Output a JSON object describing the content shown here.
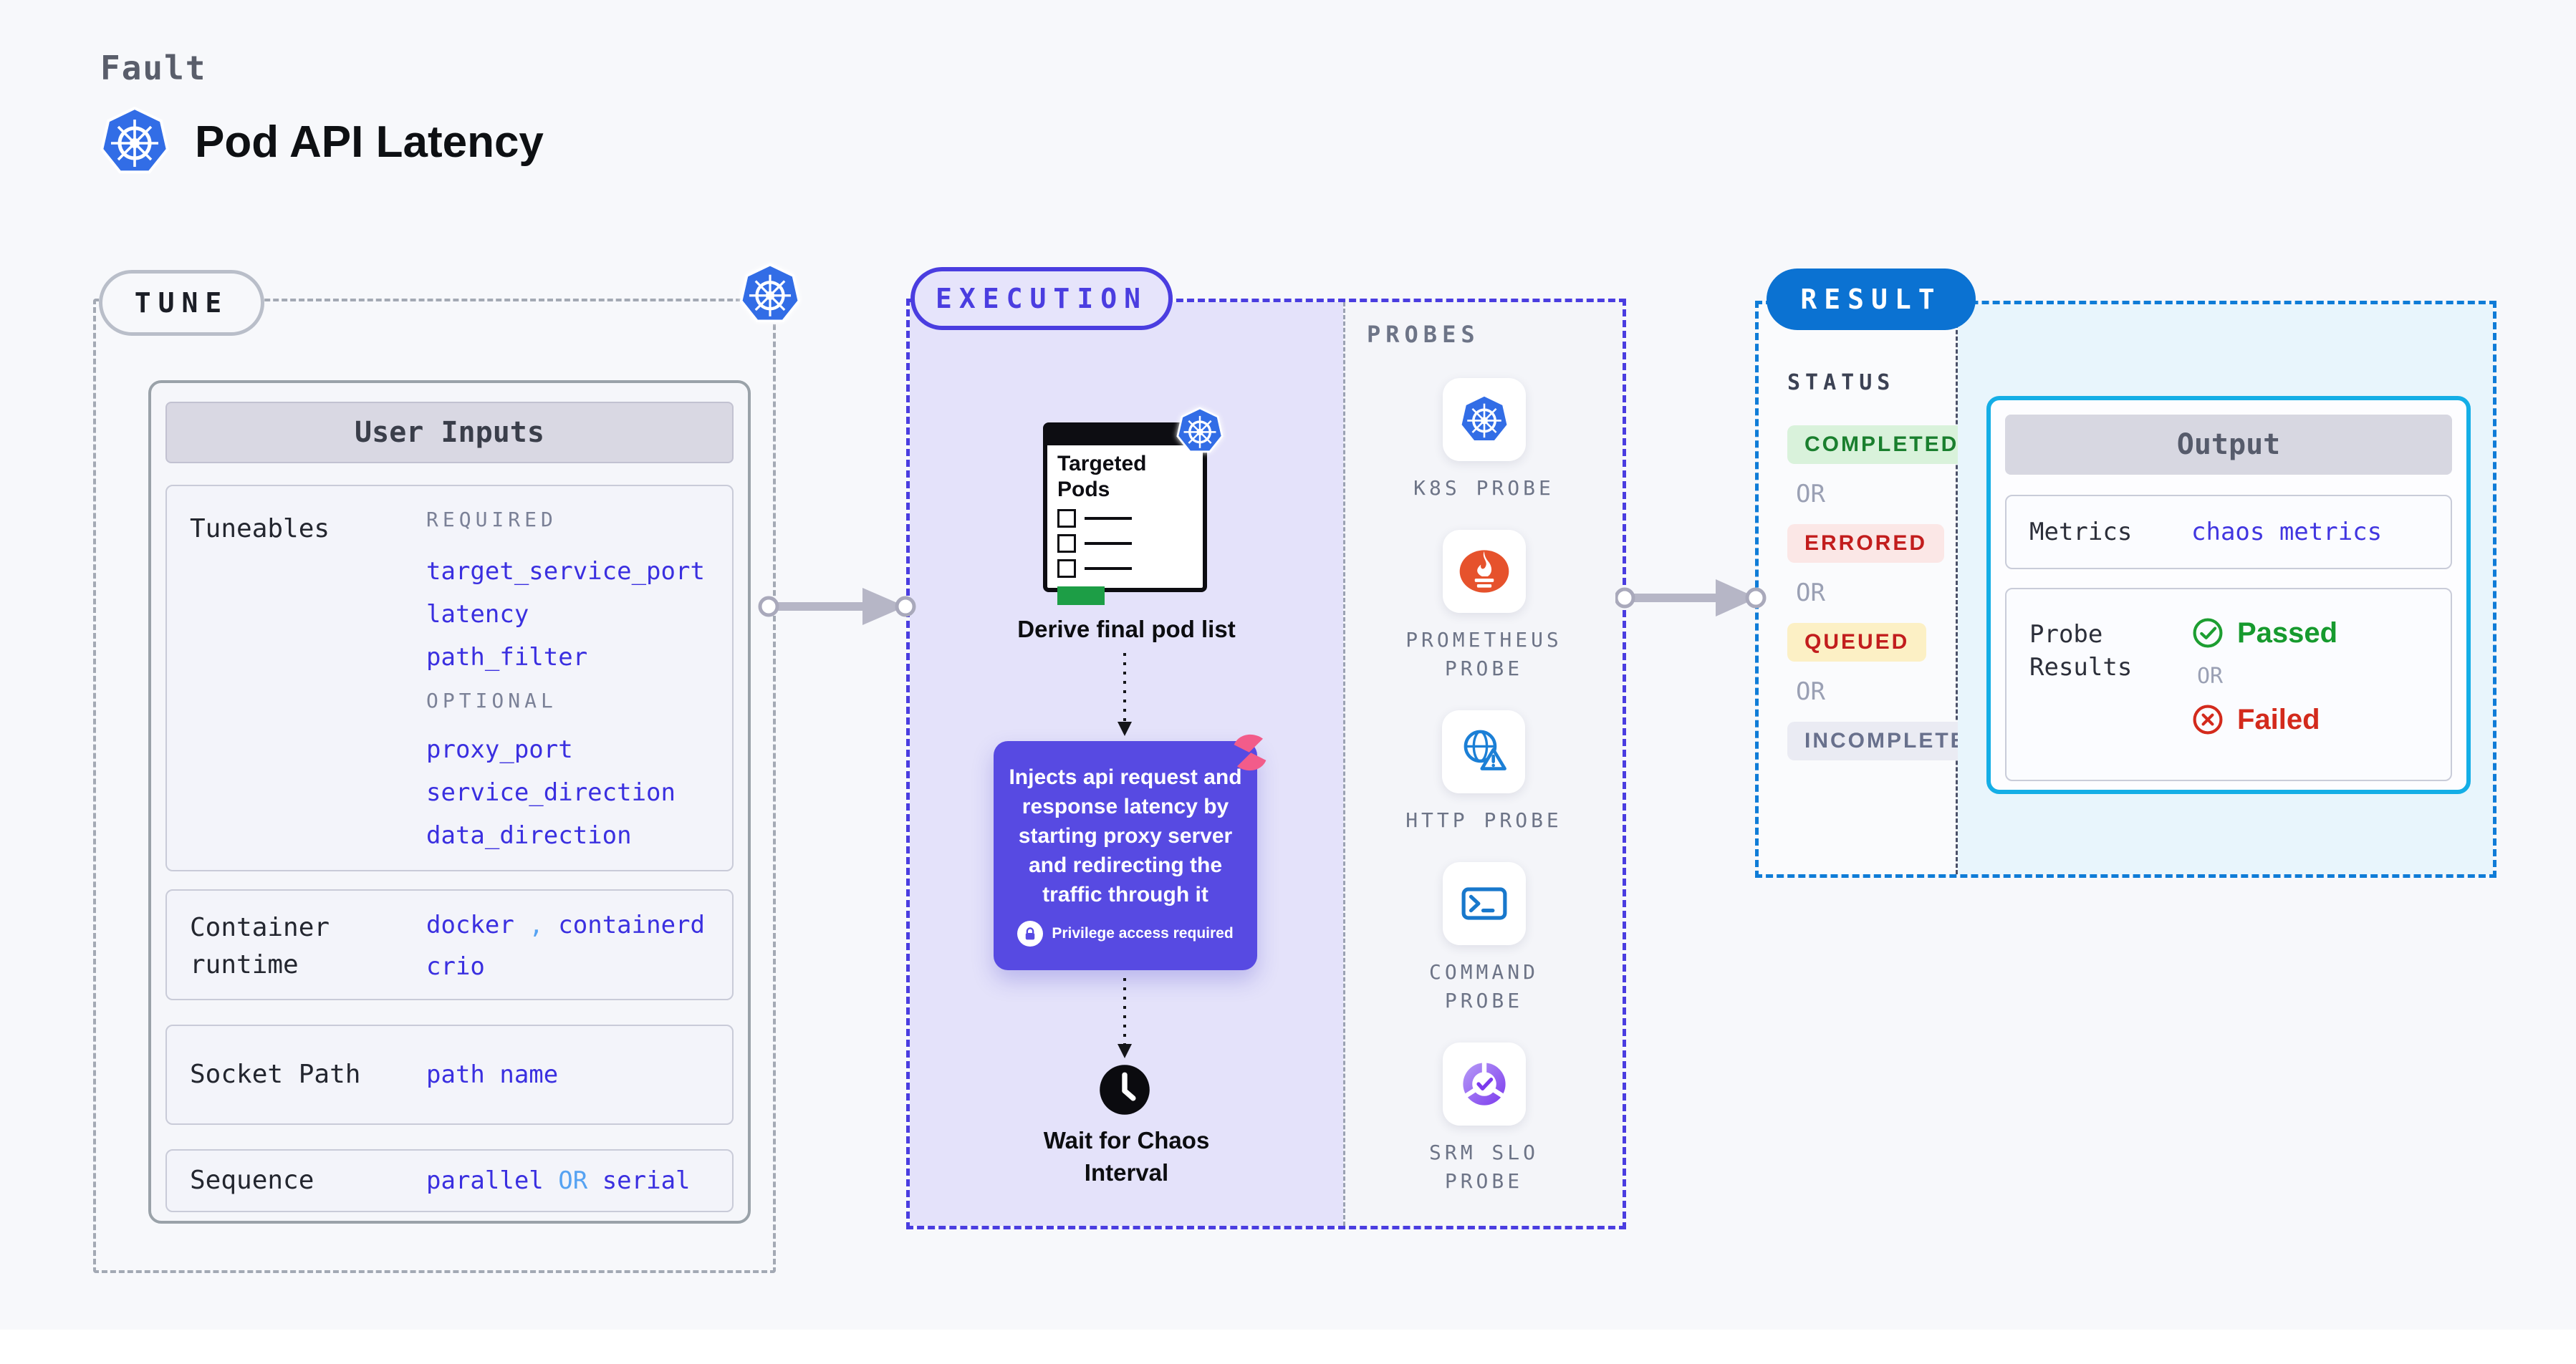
{
  "header": {
    "eyebrow": "Fault",
    "title": "Pod API Latency",
    "logo_icon": "kubernetes-icon"
  },
  "tune": {
    "badge": "TUNE",
    "corner_icon": "kubernetes-icon",
    "user_inputs": {
      "title": "User Inputs",
      "tuneables": {
        "label": "Tuneables",
        "required_label": "REQUIRED",
        "required": [
          "target_service_port",
          "latency",
          "path_filter"
        ],
        "optional_label": "OPTIONAL",
        "optional": [
          "proxy_port",
          "service_direction",
          "data_direction"
        ]
      },
      "container_runtime": {
        "label": "Container runtime",
        "value1": "docker",
        "separator": ",",
        "value2": "containerd",
        "value3": "crio"
      },
      "socket_path": {
        "label": "Socket Path",
        "value": "path name"
      },
      "sequence": {
        "label": "Sequence",
        "value1": "parallel",
        "operator": "OR",
        "value2": "serial"
      }
    }
  },
  "execution": {
    "badge": "EXECUTION",
    "targeted_pods_title": "Targeted Pods",
    "derive_label": "Derive final pod list",
    "inject_note": {
      "text": "Injects api request and response latency by starting proxy server and redirecting the traffic through it",
      "privilege": "Privilege access required",
      "lock_icon": "lock-icon",
      "corner_icon": "chaos-pinwheel-icon"
    },
    "wait_label": "Wait for Chaos Interval",
    "clock_icon": "clock-icon"
  },
  "probes": {
    "title": "PROBES",
    "items": [
      {
        "label": "K8S PROBE",
        "icon": "kubernetes-icon"
      },
      {
        "label": "PROMETHEUS PROBE",
        "icon": "prometheus-icon"
      },
      {
        "label": "HTTP PROBE",
        "icon": "globe-warning-icon"
      },
      {
        "label": "COMMAND PROBE",
        "icon": "terminal-icon"
      },
      {
        "label": "SRM SLO PROBE",
        "icon": "slo-check-icon"
      }
    ]
  },
  "result": {
    "badge": "RESULT",
    "status": {
      "title": "STATUS",
      "or_label": "OR",
      "items": [
        {
          "label": "COMPLETED",
          "variant": "completed"
        },
        {
          "label": "ERRORED",
          "variant": "errored"
        },
        {
          "label": "QUEUED",
          "variant": "queued"
        },
        {
          "label": "INCOMPLETED",
          "variant": "incompleted"
        }
      ]
    },
    "output": {
      "title": "Output",
      "metrics_label": "Metrics",
      "metrics_value": "chaos metrics",
      "probe_results_label": "Probe Results",
      "passed": "Passed",
      "or_label": "OR",
      "failed": "Failed",
      "passed_icon": "check-circle-icon",
      "failed_icon": "x-circle-icon"
    }
  },
  "colors": {
    "page_bg": "#f7f8fb",
    "indigo_accent": "#4a3de0",
    "lavender_fill": "#e4e2fa",
    "inject_purple": "#574ae2",
    "result_blue": "#0b72d2",
    "output_cyan": "#14aee6",
    "value_blue": "#3a2fe0",
    "value_light_blue": "#55a2f2",
    "passed_green": "#169a2e",
    "failed_red": "#d32a1c",
    "completed_green": "#1a7f2e",
    "queued_yellow_bg": "#fcf0c5",
    "k8s_blue": "#326de6",
    "prometheus_orange": "#e6522c",
    "clipboard_green": "#1d9e46",
    "pinwheel_pink": "#f25c8a"
  }
}
